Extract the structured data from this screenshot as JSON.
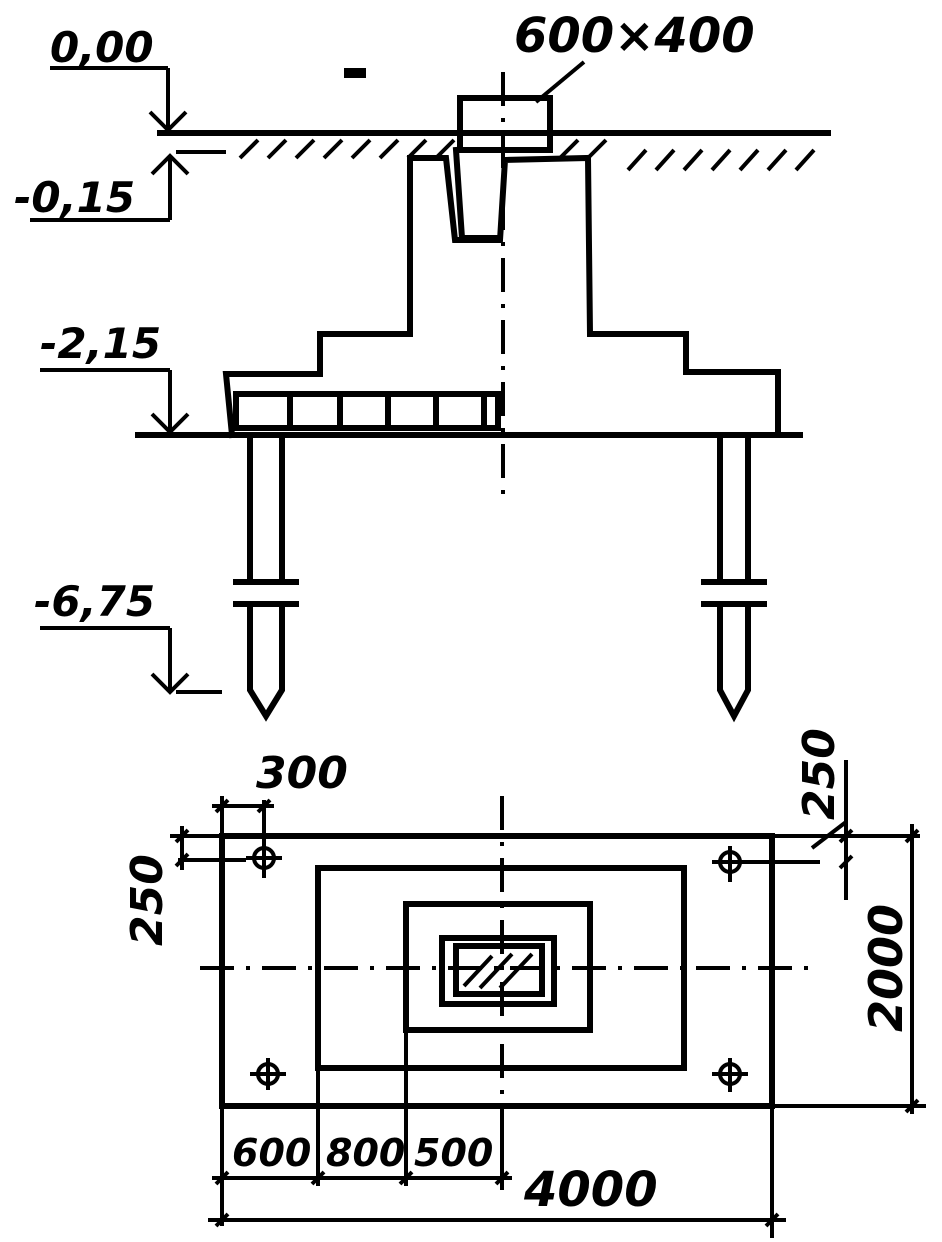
{
  "section": {
    "levels": {
      "ground": "0,00",
      "top_of_slab": "-0,15",
      "bottom_of_footing": "-2,15",
      "pile_tip": "-6,75"
    },
    "column_size": "600×400"
  },
  "plan": {
    "pile_edge_distance_x": "300",
    "pile_edge_distance_y": "250",
    "pile_edge_distance_right": "250",
    "width_dimension": "2000",
    "length_dimension": "4000",
    "step_dimensions": [
      "600",
      "800",
      "500"
    ]
  }
}
